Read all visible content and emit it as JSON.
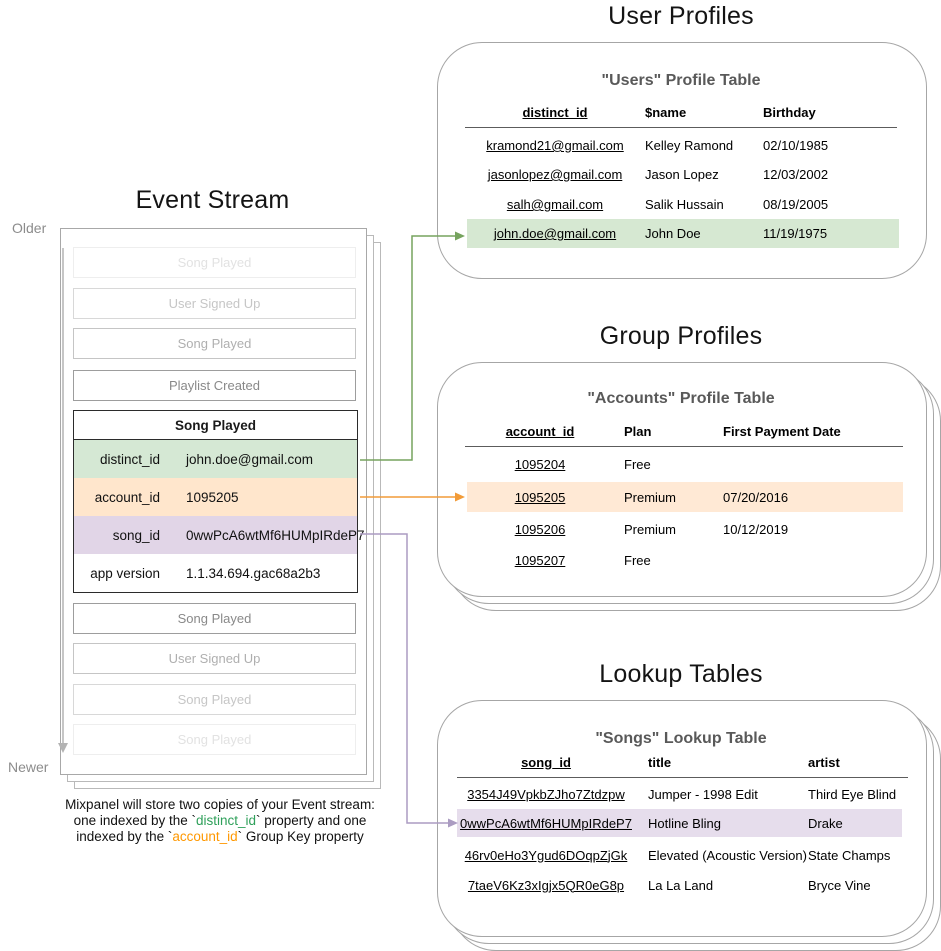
{
  "titles": {
    "event_stream": "Event Stream",
    "user_profiles": "User Profiles",
    "group_profiles": "Group Profiles",
    "lookup_tables": "Lookup Tables"
  },
  "timeline": {
    "older": "Older",
    "newer": "Newer"
  },
  "event_stream": {
    "events_before": [
      "Song Played",
      "User Signed Up",
      "Song Played",
      "Playlist Created"
    ],
    "expanded_event": {
      "title": "Song Played",
      "properties": [
        {
          "key": "distinct_id",
          "value": "john.doe@gmail.com",
          "highlight": "green"
        },
        {
          "key": "account_id",
          "value": "1095205",
          "highlight": "orange"
        },
        {
          "key": "song_id",
          "value": "0wwPcA6wtMf6HUMpIRdeP7",
          "highlight": "purple"
        },
        {
          "key": "app version",
          "value": "1.1.34.694.gac68a2b3",
          "highlight": "none"
        }
      ]
    },
    "events_after": [
      "Song Played",
      "User Signed Up",
      "Song Played",
      "Song Played"
    ]
  },
  "caption": {
    "line1": "Mixpanel will store two copies of your Event stream:",
    "line2_pre": "one indexed by the `",
    "line2_code": "distinct_id",
    "line2_post": "` property and one",
    "line3_pre": "indexed by the `",
    "line3_code": "account_id",
    "line3_post": "` Group Key property"
  },
  "users_table": {
    "heading": "\"Users\" Profile Table",
    "columns": [
      "distinct_id",
      "$name",
      "Birthday"
    ],
    "rows": [
      [
        "kramond21@gmail.com",
        "Kelley Ramond",
        "02/10/1985"
      ],
      [
        "jasonlopez@gmail.com",
        "Jason Lopez",
        "12/03/2002"
      ],
      [
        "salh@gmail.com",
        "Salik Hussain",
        "08/19/2005"
      ],
      [
        "john.doe@gmail.com",
        "John Doe",
        "11/19/1975"
      ]
    ],
    "highlighted_row_index": 3
  },
  "accounts_table": {
    "heading": "\"Accounts\" Profile Table",
    "columns": [
      "account_id",
      "Plan",
      "First Payment Date"
    ],
    "rows": [
      [
        "1095204",
        "Free",
        ""
      ],
      [
        "1095205",
        "Premium",
        "07/20/2016"
      ],
      [
        "1095206",
        "Premium",
        "10/12/2019"
      ],
      [
        "1095207",
        "Free",
        ""
      ]
    ],
    "highlighted_row_index": 1
  },
  "songs_table": {
    "heading": "\"Songs\" Lookup Table",
    "columns": [
      "song_id",
      "title",
      "artist"
    ],
    "rows": [
      [
        "3354J49VpkbZJho7Ztdzpw",
        "Jumper - 1998 Edit",
        "Third Eye Blind"
      ],
      [
        "0wwPcA6wtMf6HUMpIRdeP7",
        "Hotline Bling",
        "Drake"
      ],
      [
        "46rv0eHo3Ygud6DOqpZjGk",
        "Elevated (Acoustic Version)",
        "State Champs"
      ],
      [
        "7taeV6Kz3xIgjx5QR0eG8p",
        "La La Land",
        "Bryce Vine"
      ]
    ],
    "highlighted_row_index": 1
  },
  "colors": {
    "green_highlight": "#d5e8d4",
    "orange_highlight": "#ffe6cc",
    "purple_highlight": "#e1d5e7",
    "green_arrow": "#76a35e",
    "orange_arrow": "#f29b38",
    "purple_arrow": "#ab9cc2",
    "caption_green": "#2fa05a",
    "caption_orange": "#ff9800"
  }
}
